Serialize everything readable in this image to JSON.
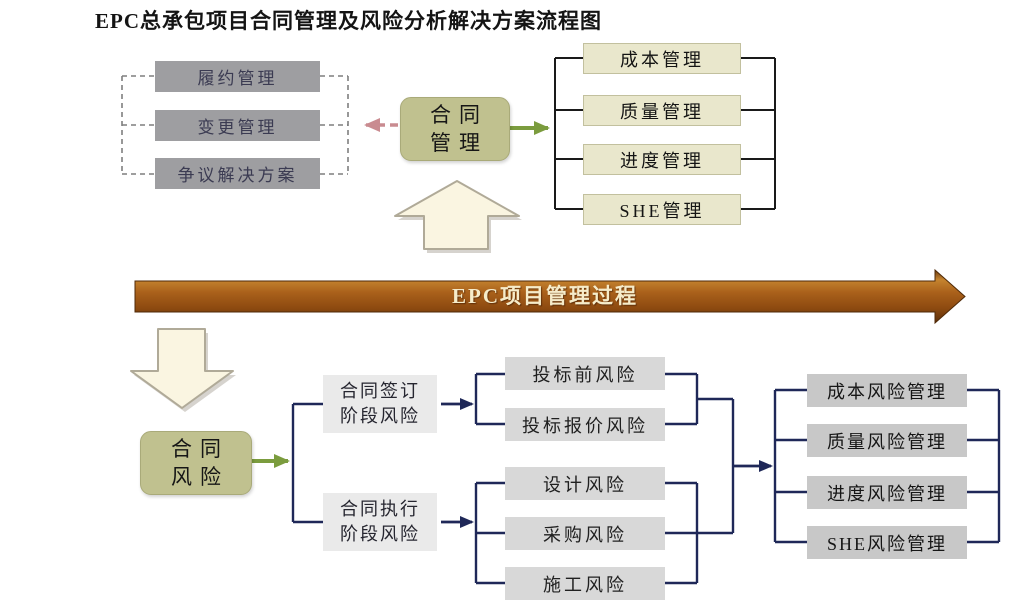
{
  "title": "EPC总承包项目合同管理及风险分析解决方案流程图",
  "contract_management": {
    "hub": {
      "line1": "合同",
      "line2": "管理"
    },
    "left_items": [
      "履约管理",
      "变更管理",
      "争议解决方案"
    ],
    "right_items": [
      "成本管理",
      "质量管理",
      "进度管理",
      "SHE管理"
    ]
  },
  "timeline": {
    "label": "EPC项目管理过程"
  },
  "contract_risk": {
    "hub": {
      "line1": "合同",
      "line2": "风险"
    },
    "stages": [
      {
        "line1": "合同签订",
        "line2": "阶段风险"
      },
      {
        "line1": "合同执行",
        "line2": "阶段风险"
      }
    ],
    "signing_stage_risks": [
      "投标前风险",
      "投标报价风险"
    ],
    "execution_stage_risks": [
      "设计风险",
      "采购风险",
      "施工风险"
    ],
    "risk_managements": [
      "成本风险管理",
      "质量风险管理",
      "进度风险管理",
      "SHE风险管理"
    ]
  },
  "colors": {
    "hub_fill": "#c0c18f",
    "left_item_fill": "#9e9ea1",
    "right_item_fill": "#e9e7cc",
    "stage_box_fill": "#eaeaea",
    "risk_box_fill": "#d8d8d8",
    "management_box_fill": "#c8c8c8",
    "timeline_brown": "#a5601b",
    "navy_line": "#1f2858",
    "black_line": "#1a1a1a",
    "green_arrow": "#7b9c3e",
    "pink_arrow": "#c98b90",
    "cream_arrow": "#faf5e1"
  }
}
